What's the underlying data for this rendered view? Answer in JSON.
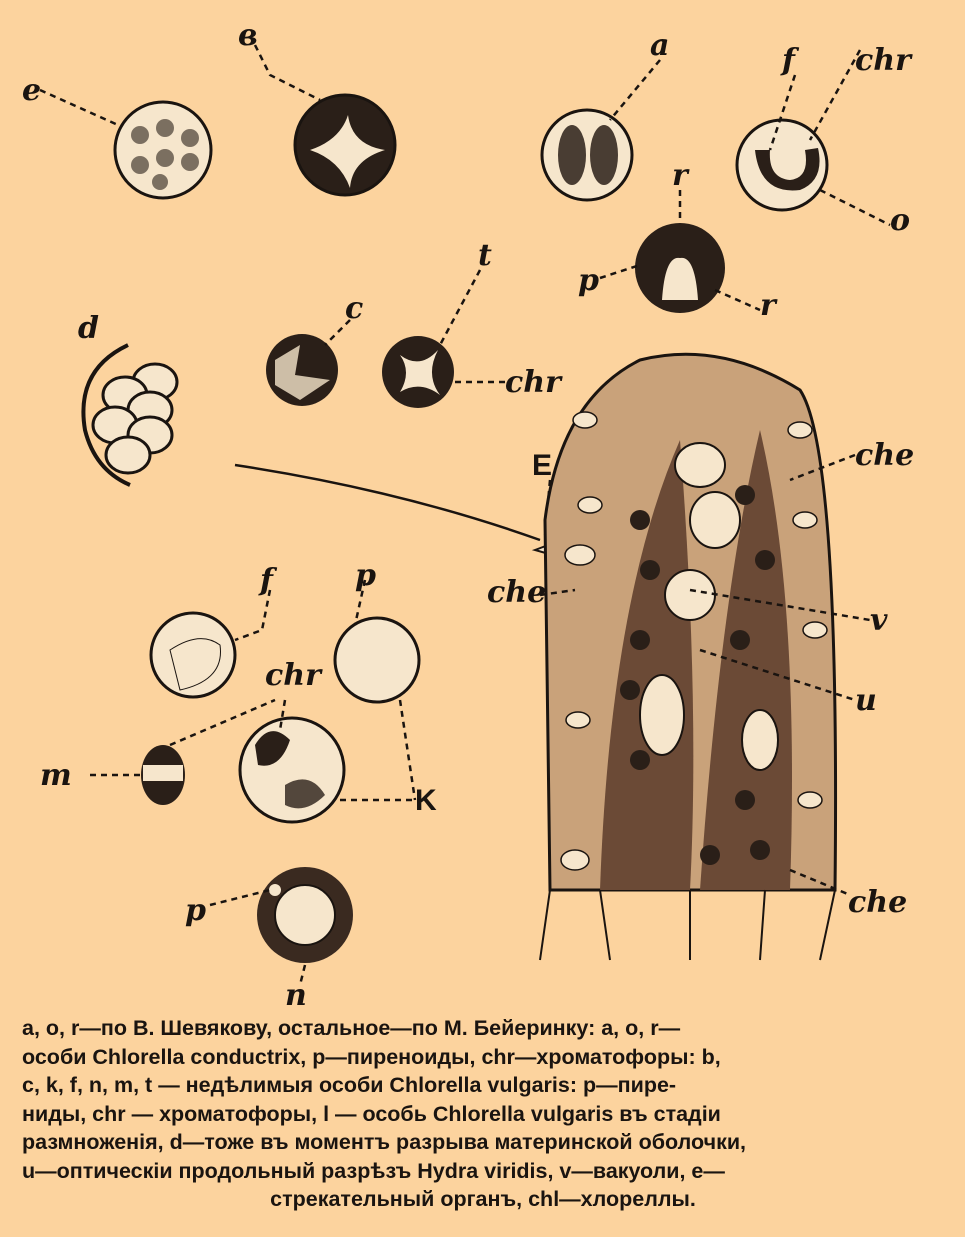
{
  "figure": {
    "labels": {
      "l": "e",
      "b": "в",
      "a": "a",
      "f_top": "f",
      "chr_top": "chr",
      "o": "o",
      "r_top": "r",
      "p_mid": "p",
      "r_mid": "r",
      "t": "t",
      "c": "c",
      "chr_mid": "chr",
      "d": "d",
      "E": "E",
      "che_1": "che",
      "che_2": "che",
      "v": "v",
      "u": "u",
      "che_3": "che",
      "f_low": "f",
      "p_low": "p",
      "chr_low": "chr",
      "m": "m",
      "k": "K",
      "p_bottom": "p",
      "n": "n"
    }
  },
  "caption": {
    "lines": [
      "a, o, r—по В. Шевякову, остальное—по М. Бейеринку: a, o, r—",
      "особи Chlorella conductrix, p—пиреноиды, chr—хроматофоры: b,",
      "c, k, f, n, m, t — недѣлимыя особи Chlorella vulgaris: p—пире-",
      "ниды, chr — хроматофоры, l — особь Chlorella vulgaris въ стадіи",
      "размноженія, d—тоже въ моментъ разрыва материнской оболочки,",
      "u—оптическіи продольный разрѣзъ Hydra viridis, v—вакуоли, e—",
      "стрекательный органъ, chl—хлореллы."
    ]
  }
}
